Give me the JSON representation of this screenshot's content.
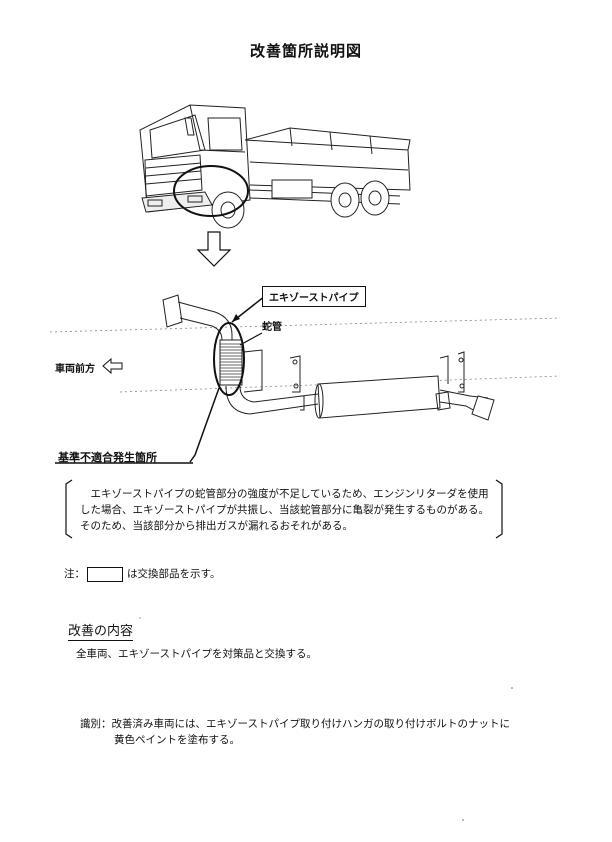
{
  "title": "改善箇所説明図",
  "labels": {
    "exhaust_pipe": "エキゾーストパイプ",
    "flex_pipe": "蛇管",
    "vehicle_front": "車両前方",
    "defect_location": "基準不適合発生箇所"
  },
  "description": "エキゾーストパイプの蛇管部分の強度が不足しているため、エンジンリターダを使用した場合、エキゾーストパイプが共振し、当該蛇管部分に亀裂が発生するものがある。そのため、当該部分から排出ガスが漏れるおそれがある。",
  "note": {
    "prefix": "注：",
    "suffix": "は交換部品を示す。"
  },
  "improvement": {
    "heading": "改善の内容",
    "body": "全車両、エキゾーストパイプを対策品と交換する。"
  },
  "identification": {
    "label": "識別：",
    "line1": "改善済み車両には、エキゾーストパイプ取り付けハンガの取り付けボルトのナットに",
    "line2": "黄色ペイントを塗布する。"
  }
}
